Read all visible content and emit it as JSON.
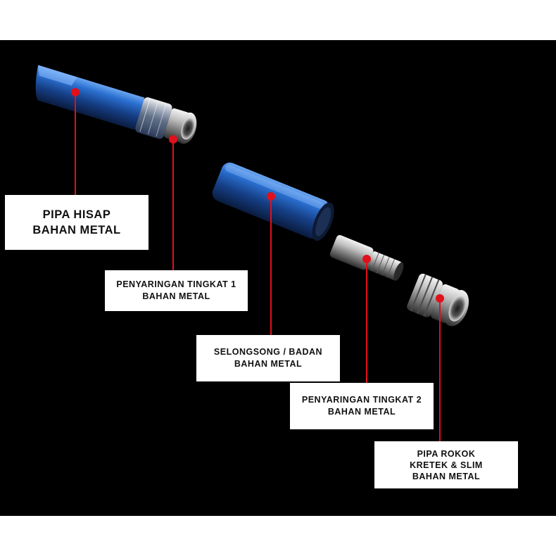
{
  "colors": {
    "background": "#000000",
    "border": "#ffffff",
    "accent_blue": "#1f5fb5",
    "pointer_red": "#e0101c",
    "label_bg": "#ffffff",
    "label_text": "#111111"
  },
  "labels": [
    {
      "lines": [
        "PIPA HISAP",
        "BAHAN METAL"
      ]
    },
    {
      "lines": [
        "PENYARINGAN TINGKAT 1",
        "BAHAN METAL"
      ]
    },
    {
      "lines": [
        "SELONGSONG / BADAN",
        "BAHAN METAL"
      ]
    },
    {
      "lines": [
        "PENYARINGAN TINGKAT 2",
        "BAHAN METAL"
      ]
    },
    {
      "lines": [
        "PIPA ROKOK",
        "KRETEK & SLIM",
        "BAHAN METAL"
      ]
    }
  ]
}
